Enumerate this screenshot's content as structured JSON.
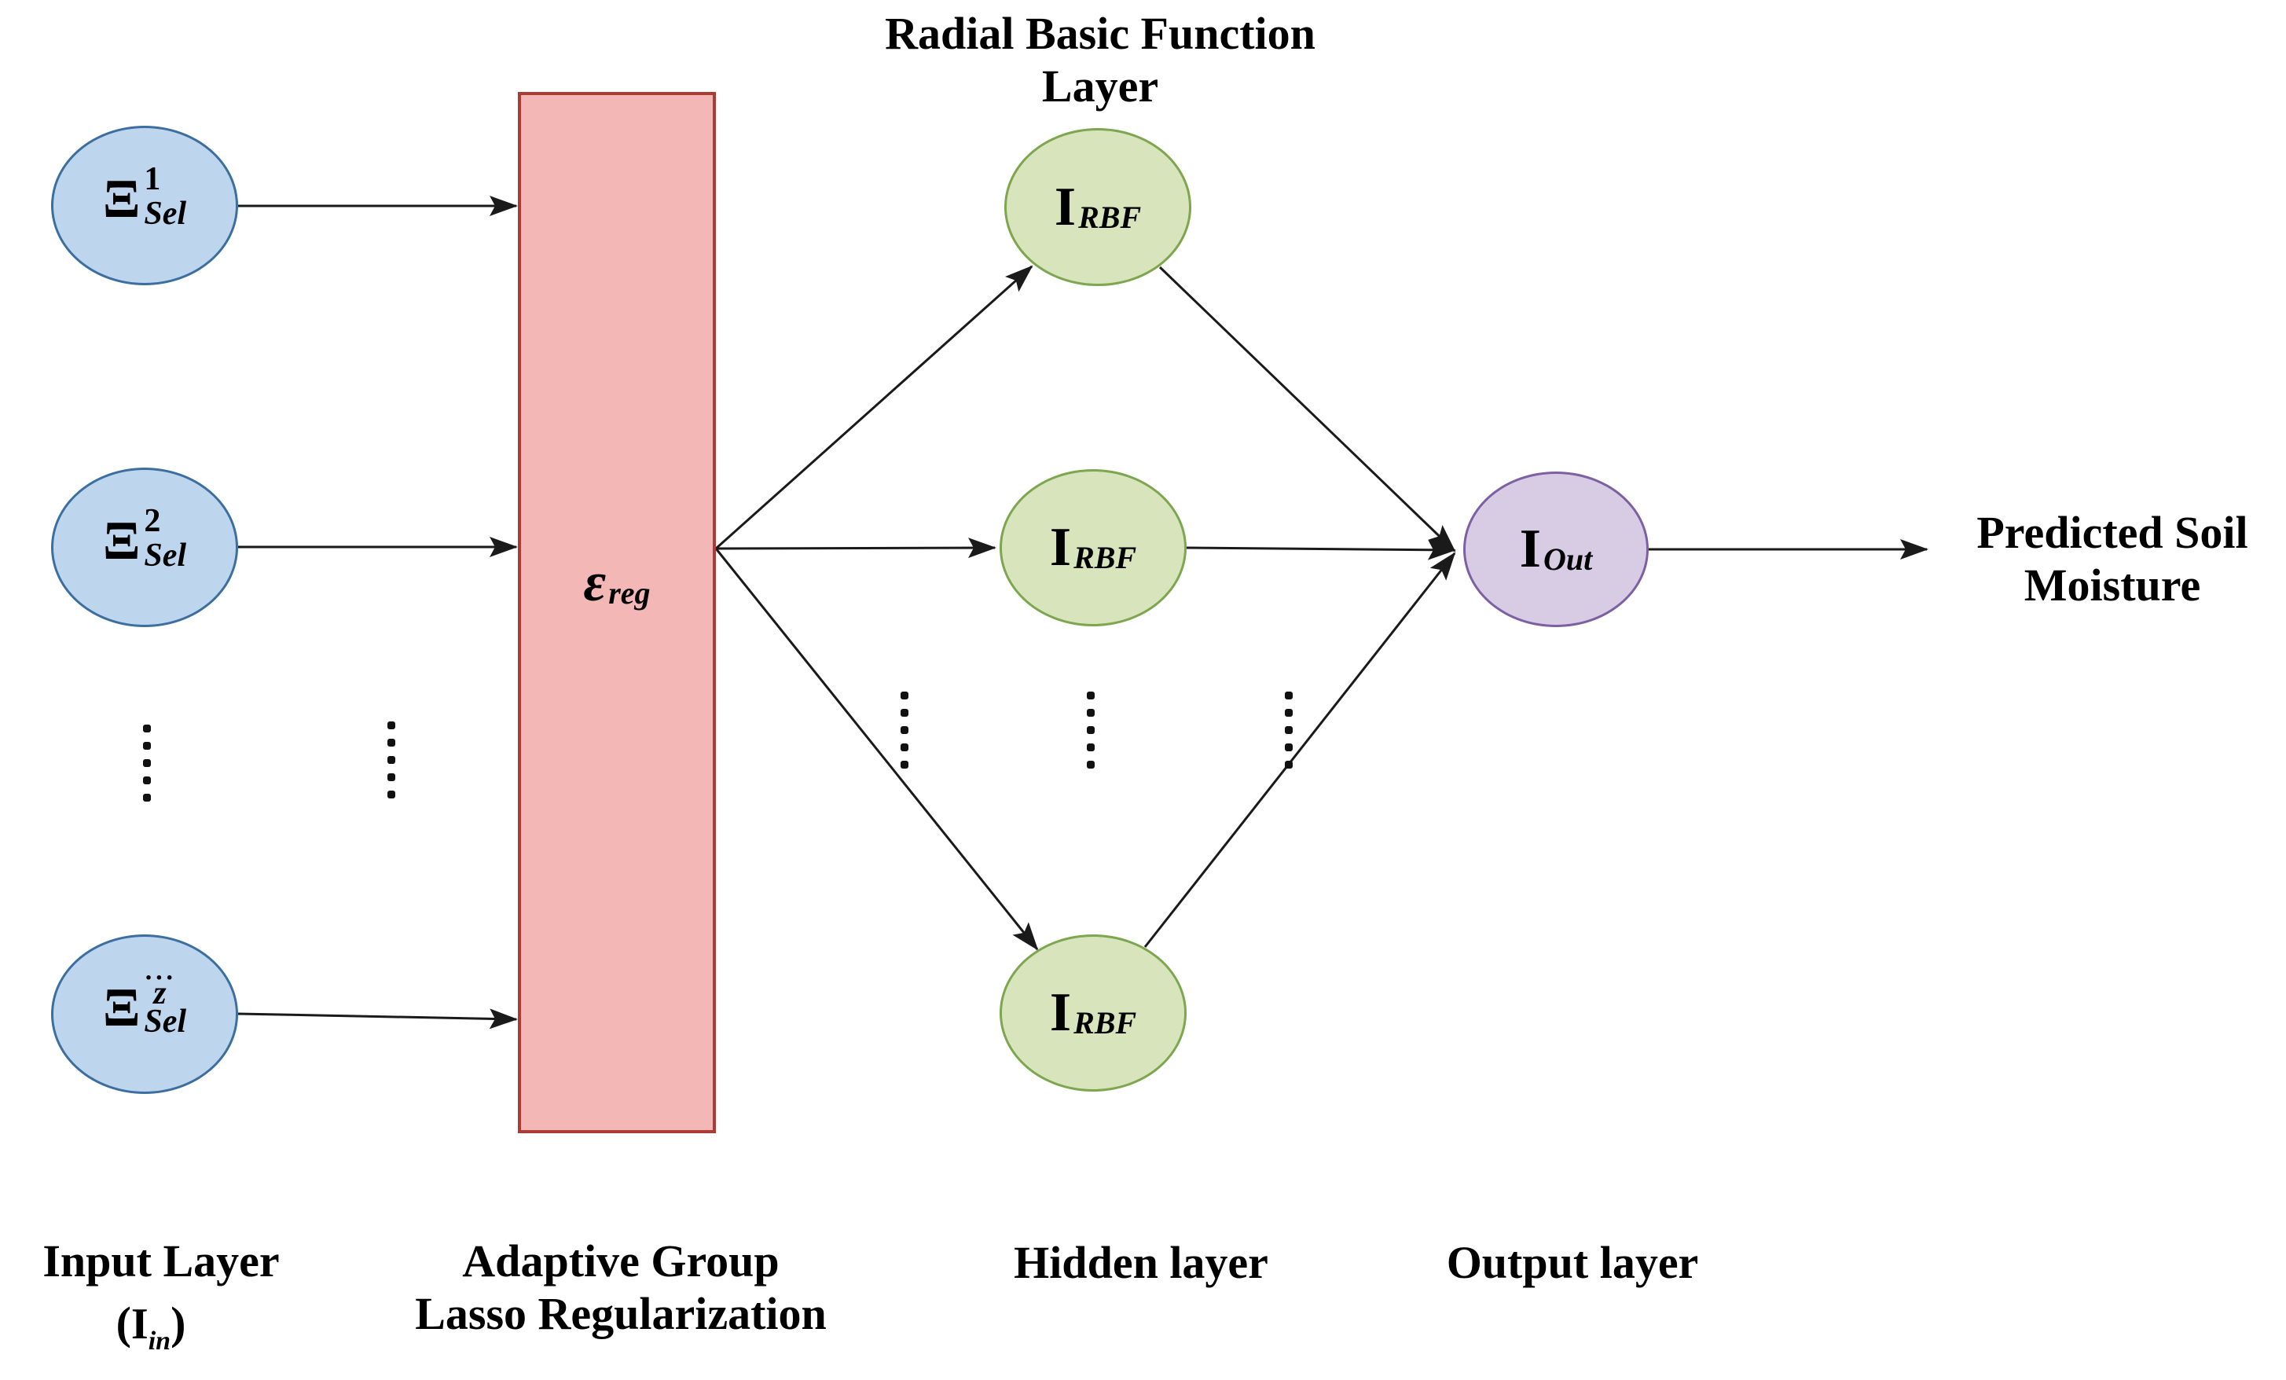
{
  "colors": {
    "input_node_fill": "#BDD6EE",
    "input_node_border": "#3C6E9F",
    "regularization_fill": "#F3B7B5",
    "regularization_border": "#AC3A35",
    "hidden_node_fill": "#D8E4BC",
    "hidden_node_border": "#7DA64F",
    "output_node_fill": "#D8CCE4",
    "output_node_border": "#7C60A2",
    "edge_line": "#1a1a1a",
    "dots": "#111111"
  },
  "title": {
    "line1": "Radial Basic Function",
    "line2": "Layer"
  },
  "input_layer": {
    "caption": "Input Layer",
    "caption_symbol": {
      "open": "(",
      "base": "I",
      "sub": "in",
      "close": ")"
    },
    "nodes": [
      {
        "base": "Ξ",
        "sup": "1",
        "sub": "Sel"
      },
      {
        "base": "Ξ",
        "sup": "2",
        "sub": "Sel"
      },
      {
        "base": "Ξ",
        "sup_dots": "···",
        "sup": "z",
        "sub": "Sel"
      }
    ]
  },
  "regularization": {
    "symbol": "ε",
    "symbol_sub": "reg",
    "caption_line1": "Adaptive Group",
    "caption_line2": "Lasso Regularization"
  },
  "hidden_layer": {
    "caption": "Hidden layer",
    "nodes": [
      {
        "base": "I",
        "sub": "RBF"
      },
      {
        "base": "I",
        "sub": "RBF"
      },
      {
        "base": "I",
        "sub": "RBF"
      }
    ]
  },
  "output_layer": {
    "caption": "Output layer",
    "node": {
      "base": "I",
      "sub": "Out"
    }
  },
  "prediction": {
    "line1": "Predicted Soil",
    "line2": "Moisture"
  }
}
